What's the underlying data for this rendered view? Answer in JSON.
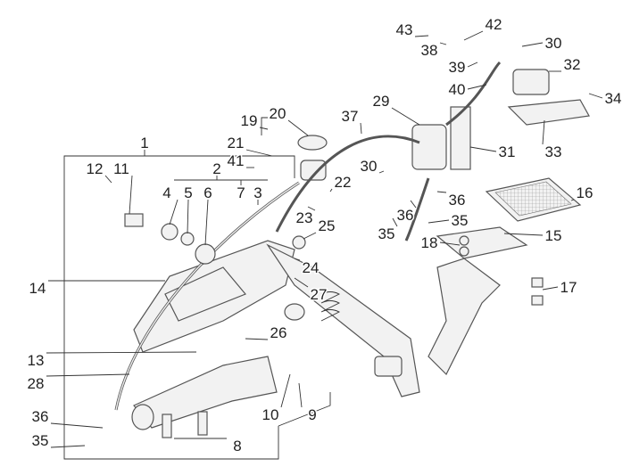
{
  "diagram": {
    "type": "exploded parts diagram",
    "labels": [
      "43",
      "42",
      "30",
      "38",
      "39",
      "32",
      "40",
      "34",
      "29",
      "37",
      "20",
      "19",
      "31",
      "33",
      "1",
      "21",
      "41",
      "30",
      "36",
      "16",
      "12",
      "11",
      "2",
      "22",
      "4",
      "5",
      "6",
      "7",
      "3",
      "23",
      "25",
      "35",
      "36",
      "35",
      "15",
      "18",
      "14",
      "24",
      "27",
      "17",
      "26",
      "13",
      "28",
      "10",
      "9",
      "36",
      "35",
      "8"
    ]
  }
}
